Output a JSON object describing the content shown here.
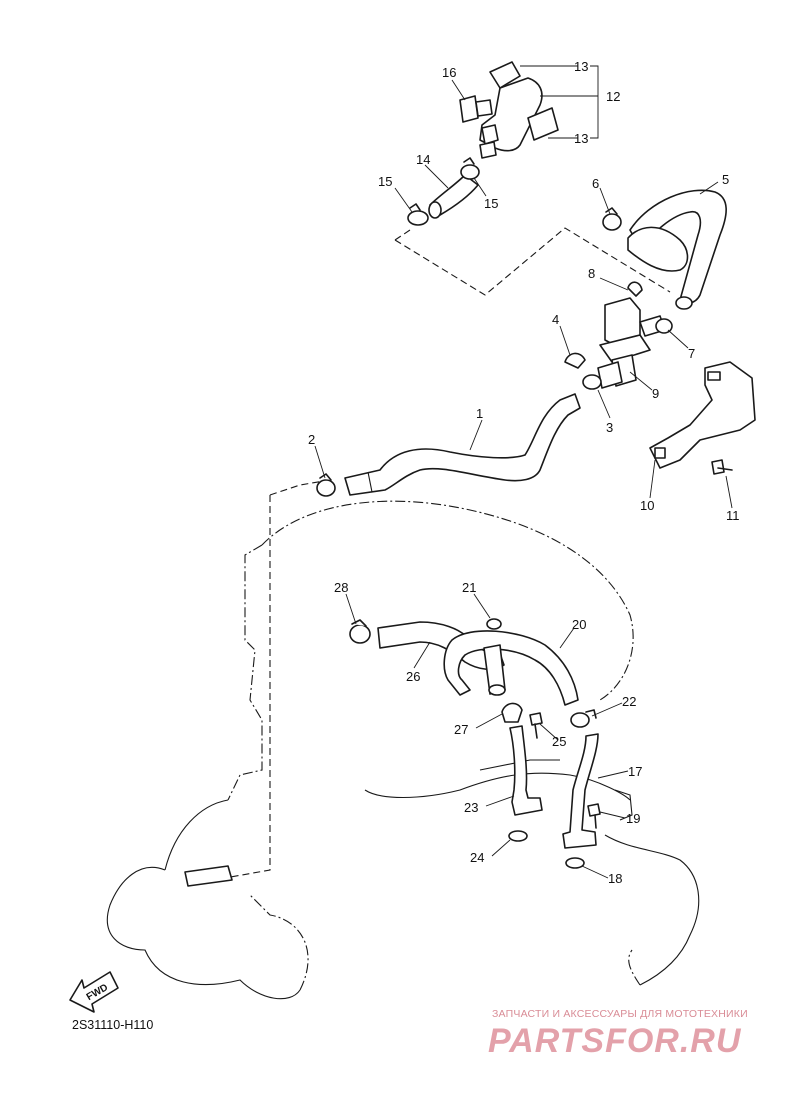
{
  "diagram_code": "2S31110-H110",
  "fwd_label": "FWD",
  "watermark": {
    "caption": "ЗАПЧАСТИ И АКСЕССУАРЫ ДЛЯ МОТОТЕХНИКИ",
    "logo": "PARTSFOR.RU"
  },
  "callouts": [
    "1",
    "2",
    "3",
    "4",
    "5",
    "6",
    "7",
    "8",
    "9",
    "10",
    "11",
    "12",
    "13",
    "13",
    "14",
    "15",
    "15",
    "16",
    "17",
    "18",
    "19",
    "20",
    "21",
    "22",
    "23",
    "24",
    "25",
    "26",
    "27",
    "28"
  ],
  "colors": {
    "line": "#1a1a1a",
    "background": "#ffffff",
    "watermark": "#e3a1aa"
  }
}
